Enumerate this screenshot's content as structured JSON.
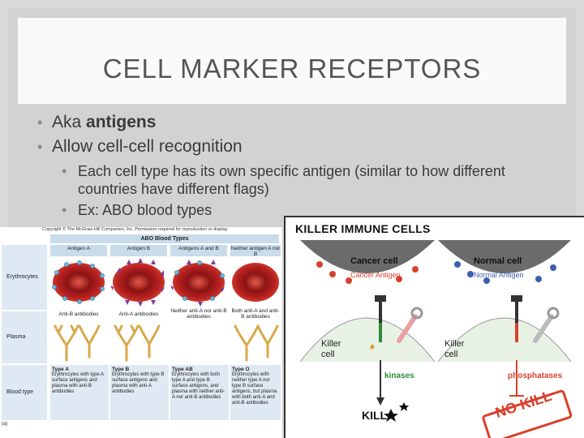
{
  "slide": {
    "title": "CELL MARKER RECEPTORS",
    "bullet1_prefix": "Aka ",
    "bullet1_bold": "antigens",
    "bullet2": "Allow cell-cell recognition",
    "sub1": "Each cell type has its own specific antigen (similar to how different countries have different flags)",
    "sub2": "Ex: ABO blood types"
  },
  "abo_figure": {
    "copyright": "Copyright © The McGraw-Hill Companies, Inc. Permission required for reproduction or display.",
    "title": "ABO Blood Types",
    "row_labels": [
      "Erythrocytes",
      "Plasma",
      "Blood type"
    ],
    "columns": [
      {
        "head": "Antigen A",
        "antibody": "Anti-B antibodies",
        "type_name": "Type A",
        "type_text": "Erythrocytes with type A surface antigens and plasma with anti-B antibodies"
      },
      {
        "head": "Antigen B",
        "antibody": "Anti-A antibodies",
        "type_name": "Type B",
        "type_text": "Erythrocytes with type B surface antigens and plasma with anti-A antibodies"
      },
      {
        "head": "Antigens A and B",
        "antibody": "Neither anti-A nor anti-B antibodies",
        "type_name": "Type AB",
        "type_text": "Erythrocytes with both type A and type B surface antigens, and plasma with neither anti-A nor anti-B antibodies"
      },
      {
        "head": "Neither antigen A nor B",
        "antibody": "Both anti-A and anti-B antibodies",
        "type_name": "Type O",
        "type_text": "Erythrocytes with neither type A nor type B surface antigens, but plasma with both anti-A and anti-B antibodies"
      }
    ],
    "panel_label": "(a)"
  },
  "killer_figure": {
    "title": "KILLER IMMUNE CELLS",
    "cancer_cell": "Cancer cell",
    "cancer_antigen": "Cancer Antigen",
    "normal_cell": "Normal cell",
    "normal_antigen": "Normal Antigen",
    "killer_cell_left": "Killer cell",
    "killer_cell_right": "Killer cell",
    "kinases": "kinases",
    "phosphatases": "phosphatases",
    "kill": "KILL",
    "no_kill": "NO KILL",
    "colors": {
      "cancer_antigen": "#d9412b",
      "normal_antigen": "#3b5fb0",
      "kinases": "#2e8b3a",
      "phosphatases": "#d9412b"
    }
  }
}
